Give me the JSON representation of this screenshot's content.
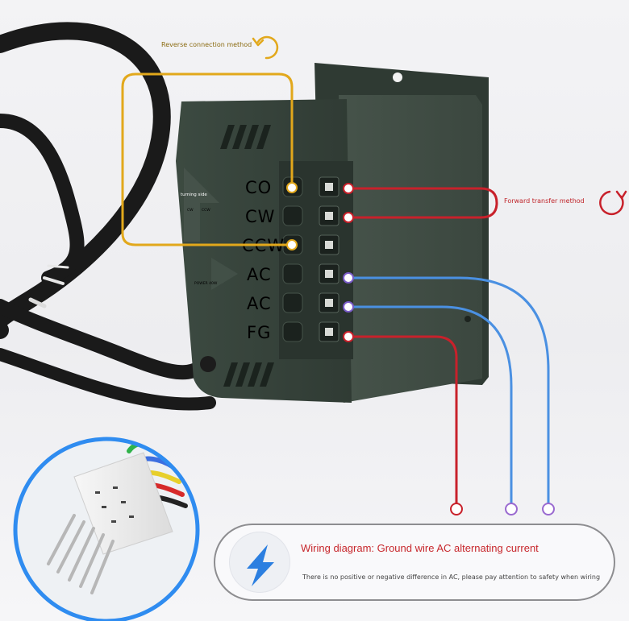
{
  "labels": {
    "reverse": "Reverse connection method",
    "forward": "Forward transfer method",
    "turning_side": "turning side",
    "small_cw": "CW",
    "small_ccw": "CCW",
    "small_power": "POWER 40W"
  },
  "terminals": [
    "CO",
    "CW",
    "CCW",
    "AC",
    "AC",
    "FG"
  ],
  "card": {
    "title": "Wiring diagram: Ground wire AC alternating current",
    "note": "There is no positive or negative difference in AC, please pay attention to safety when wiring"
  },
  "colors": {
    "yellow": "#e2a81b",
    "red": "#c8212b",
    "blue": "#4a90e2",
    "housing": "#37443c",
    "bolt": "#2c7fe0"
  },
  "icons": [
    "rotate-counterclockwise-icon",
    "rotate-clockwise-icon",
    "lightning-icon"
  ]
}
